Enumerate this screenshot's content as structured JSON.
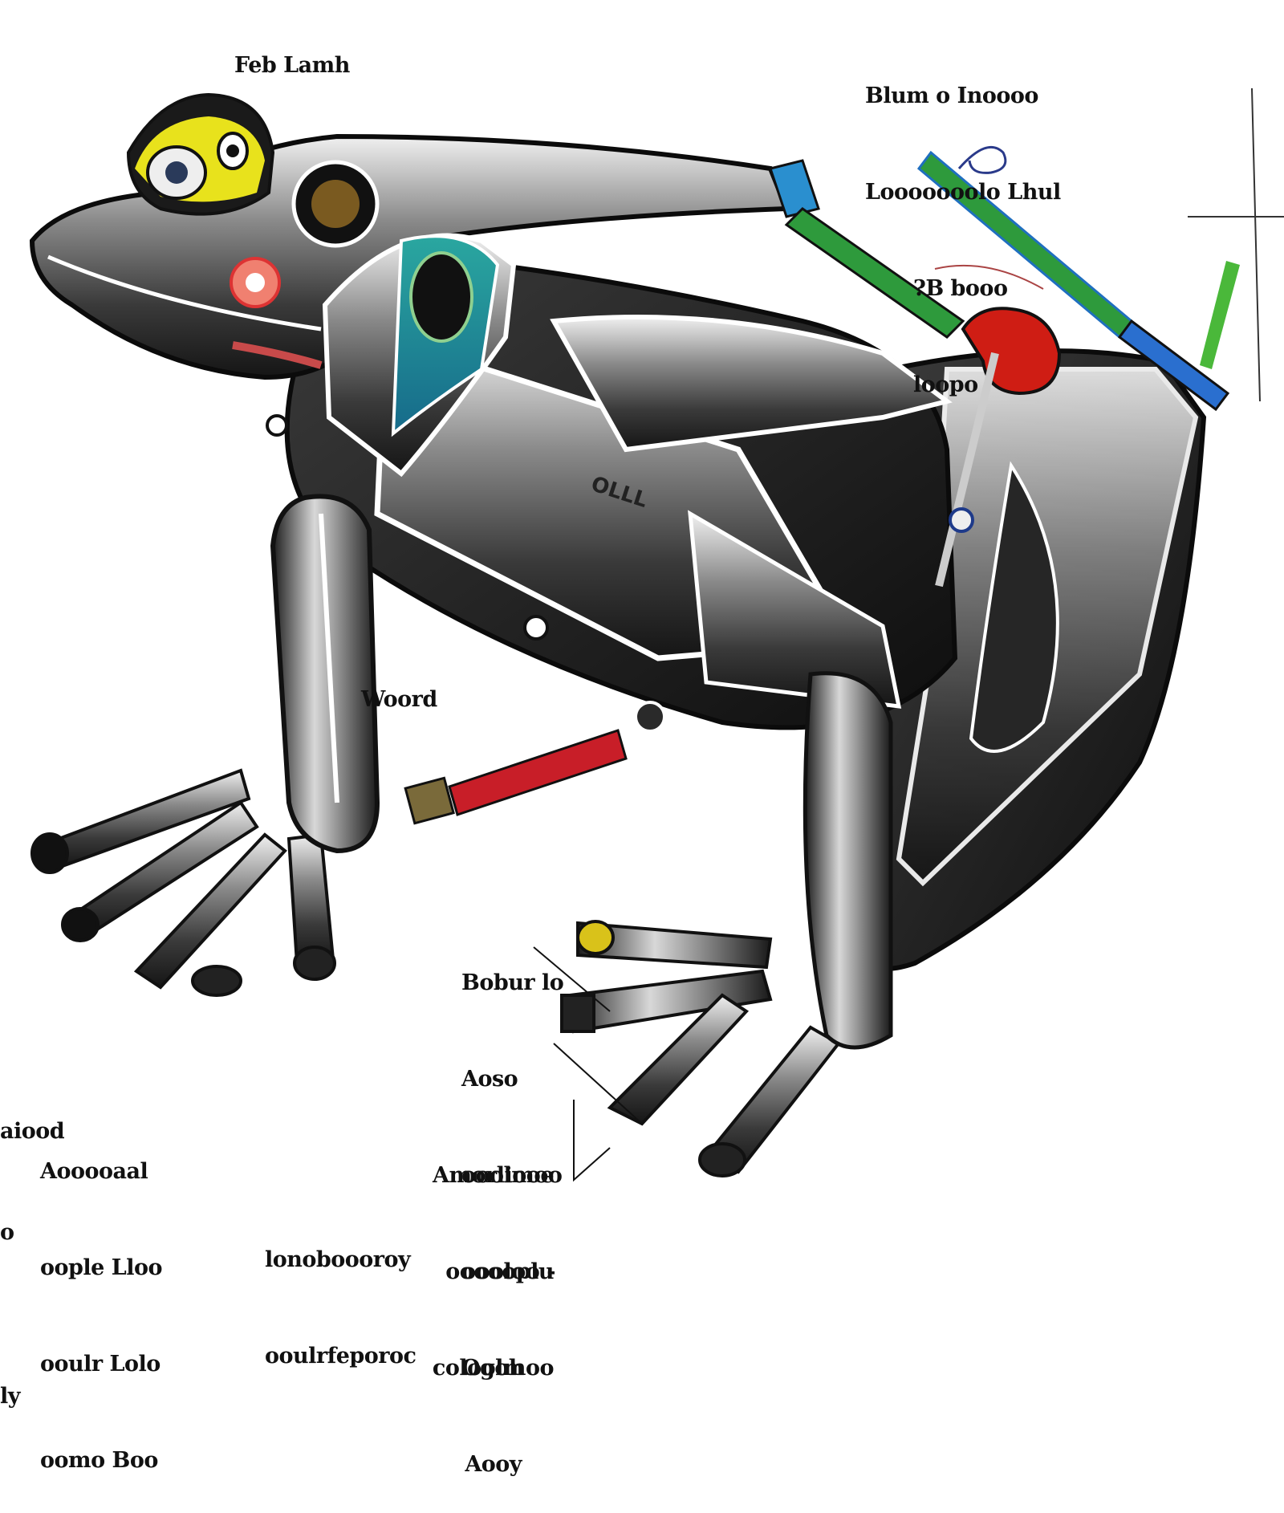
{
  "diagram": {
    "colors": {
      "body_dark": "#1a1a1a",
      "body_metal": "#9a9a9a",
      "highlight": "#f2f2f2",
      "eye_yellow": "#e8e21c",
      "teal": "#1f8f8f",
      "rod_red": "#c81e28",
      "rod_green": "#2e9a3c",
      "ball_red": "#cf1d14",
      "tip_yellow": "#d9c21a"
    },
    "labels": {
      "head": "Feb Lamh",
      "top_right": [
        "Blum o Inoooo",
        "Looooooolo Lhul",
        "?B booo",
        "loopo"
      ],
      "middle": "Woord",
      "lower_middle": [
        "Bobur lo",
        "Aoso",
        "ooolmoo",
        "oooloo -",
        "Ogoh"
      ],
      "lower_center": [
        "Amorliooe",
        "oooooplu",
        "coloolmoo",
        "Aooy"
      ],
      "bottom_left_partial": [
        "aiood",
        "o",
        "ly"
      ],
      "bottom_left": [
        "Aooooaal",
        "oople Lloo",
        "ooulr Lolo",
        "oomo Boo"
      ],
      "bottom": [
        "lonoboooroy",
        "ooulrfeporoc"
      ]
    }
  }
}
